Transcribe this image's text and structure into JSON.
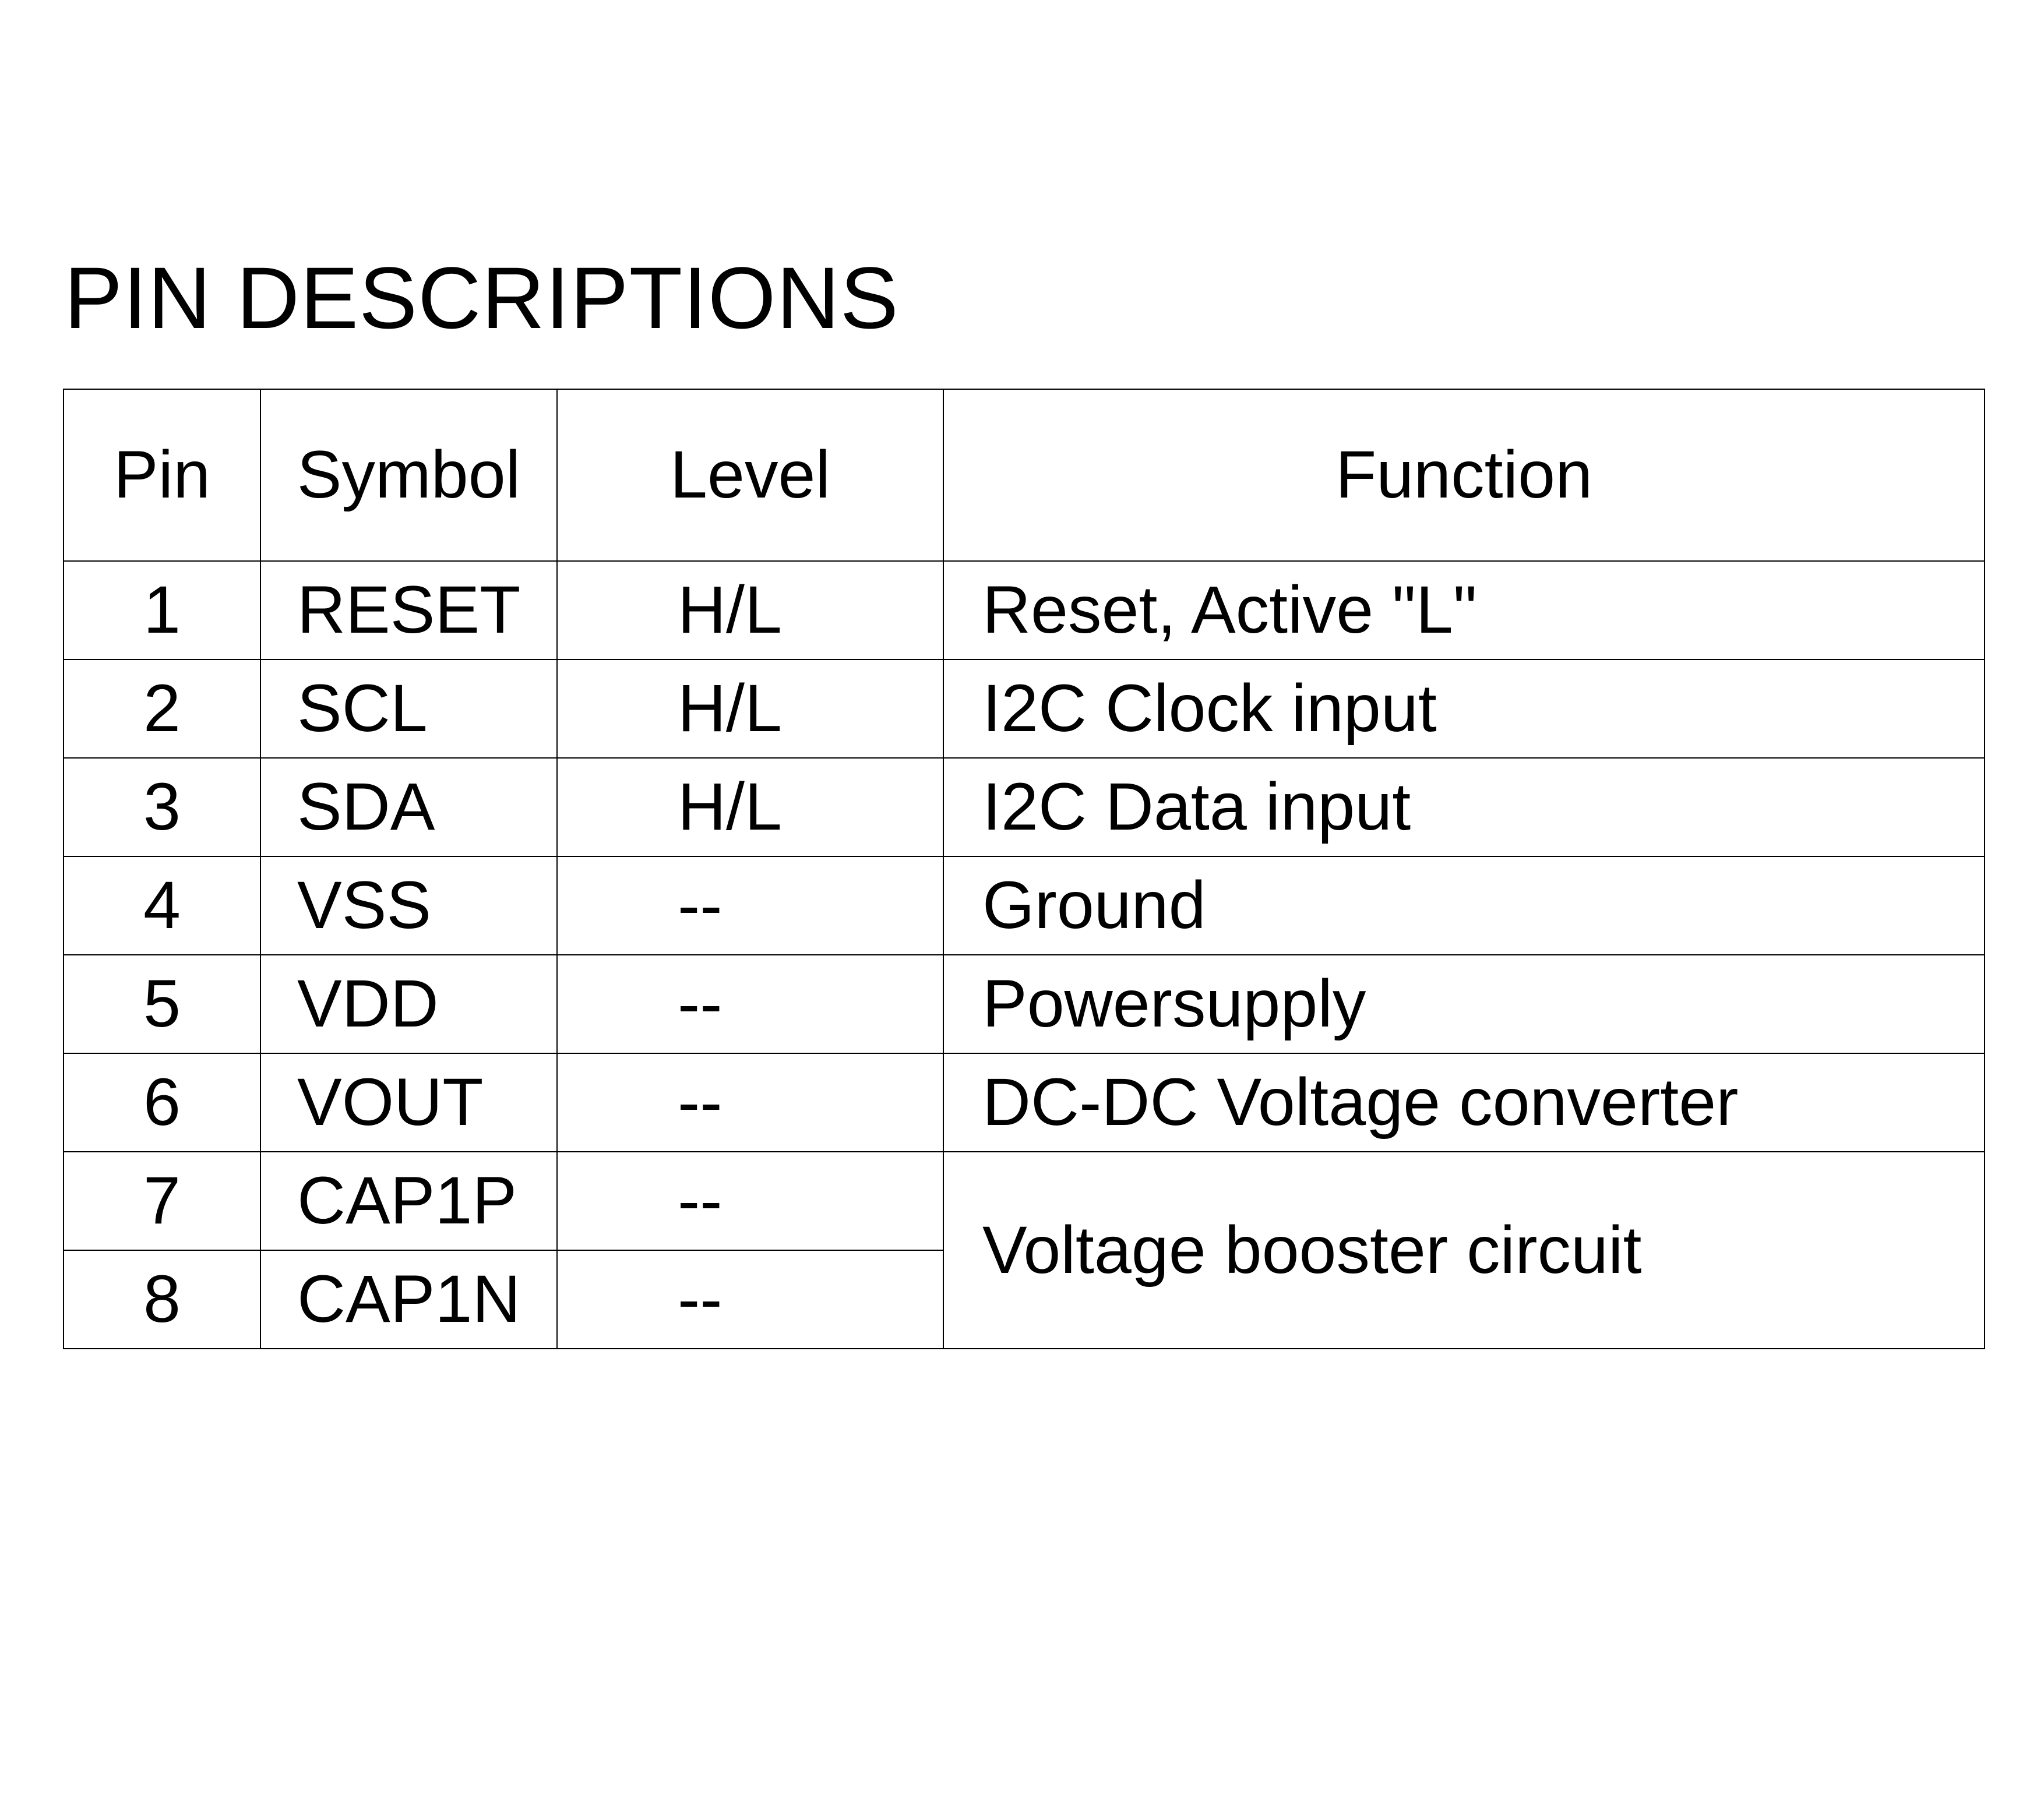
{
  "title": "PIN DESCRIPTIONS",
  "table": {
    "headers": [
      "Pin",
      "Symbol",
      "Level",
      "Function"
    ],
    "rows": [
      {
        "pin": "1",
        "symbol": "RESET",
        "level": "H/L",
        "function": "Reset, Active \"L\""
      },
      {
        "pin": "2",
        "symbol": "SCL",
        "level": "H/L",
        "function": "I2C Clock input"
      },
      {
        "pin": "3",
        "symbol": "SDA",
        "level": "H/L",
        "function": "I2C Data input"
      },
      {
        "pin": "4",
        "symbol": "VSS",
        "level": "--",
        "function": "Ground"
      },
      {
        "pin": "5",
        "symbol": "VDD",
        "level": "--",
        "function": "Powersupply"
      },
      {
        "pin": "6",
        "symbol": "VOUT",
        "level": "--",
        "function": "DC-DC Voltage converter"
      },
      {
        "pin": "7",
        "symbol": "CAP1P",
        "level": "--",
        "function": "Voltage booster circuit"
      },
      {
        "pin": "8",
        "symbol": "CAP1N",
        "level": "--"
      }
    ]
  }
}
